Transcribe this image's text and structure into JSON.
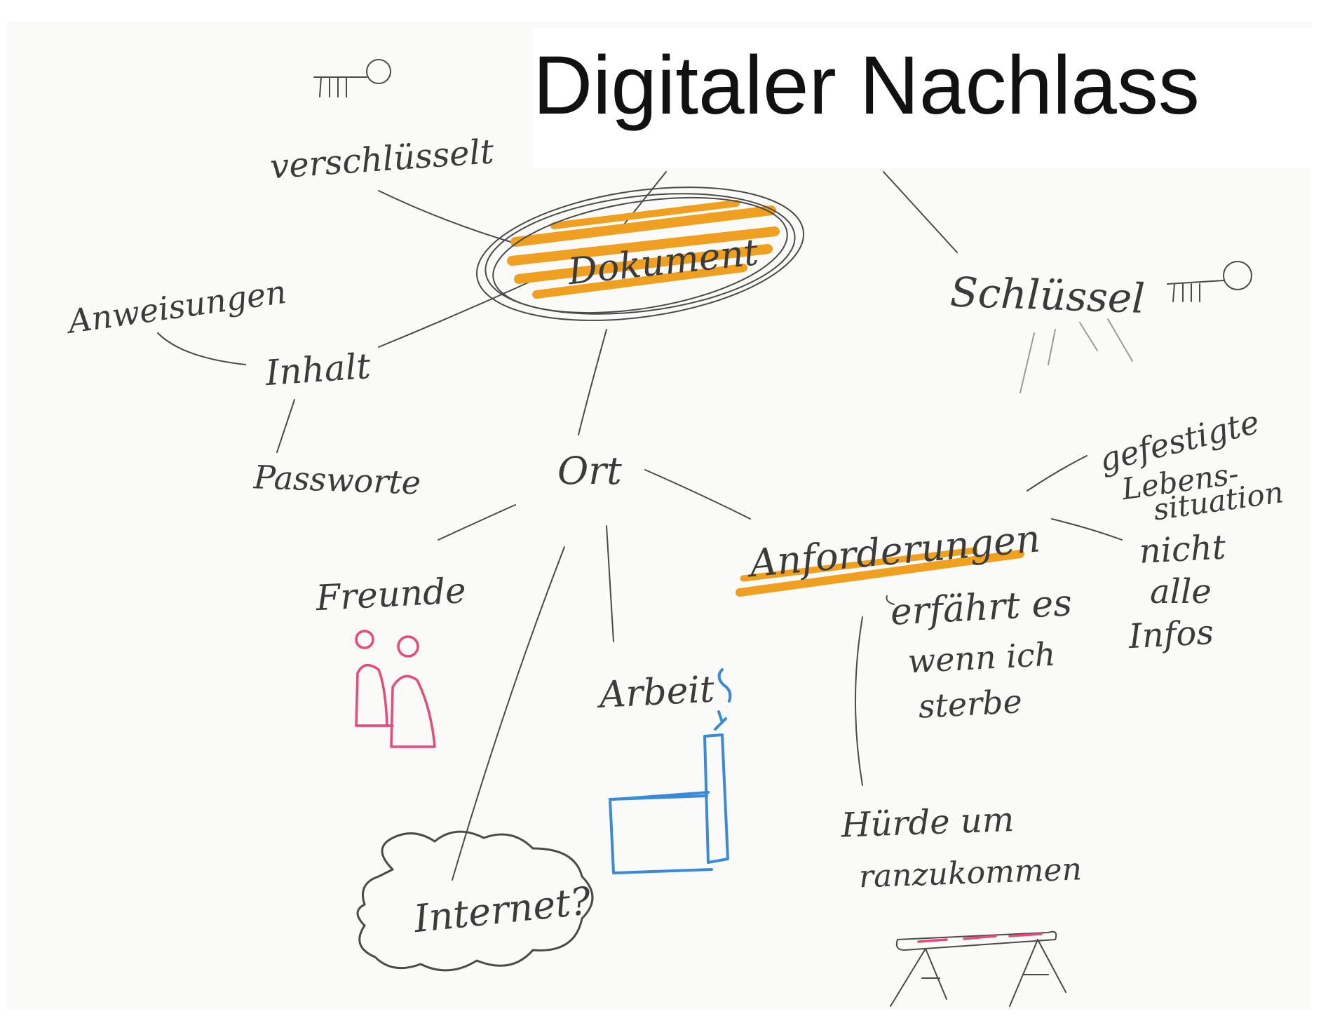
{
  "title": "Digitaler Nachlass",
  "nodes": {
    "center": "Dokument",
    "verschluesselt": "verschlüsselt",
    "anweisungen": "Anweisungen",
    "inhalt": "Inhalt",
    "passworte": "Passworte",
    "ort": "Ort",
    "freunde": "Freunde",
    "arbeit": "Arbeit",
    "internet": "Internet?",
    "schluessel": "Schlüssel",
    "anforderungen": "Anforderungen",
    "gefestigte_1": "gefestigte",
    "gefestigte_2": "Lebens-",
    "gefestigte_3": "situation",
    "nicht_1": "nicht",
    "nicht_2": "alle",
    "nicht_3": "Infos",
    "erfaehrt_1": "erfährt es",
    "erfaehrt_2": "wenn ich",
    "erfaehrt_3": "sterbe",
    "huerde_1": "Hürde um",
    "huerde_2": "ranzukommen"
  },
  "colors": {
    "ink": "#3b3b3b",
    "highlight": "#f0a020",
    "people": "#e8487a",
    "factory": "#3a8ad8"
  },
  "icons": [
    "key-icon",
    "key-icon",
    "people-icon",
    "factory-icon",
    "cloud-icon",
    "barrier-icon"
  ]
}
